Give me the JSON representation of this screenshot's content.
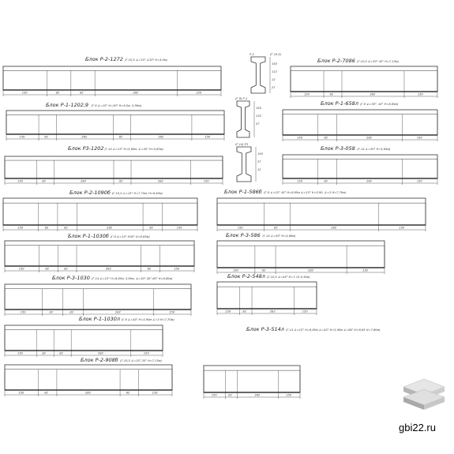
{
  "blocks": [
    {
      "title": "Блок Р-2-1272",
      "spec": "(Г-10,5 ∠=15° ∠30° Н=4,0м)",
      "dims": [
        "150",
        "82",
        "82",
        "282",
        "150"
      ]
    },
    {
      "title": "Блок Р-1-1202,9",
      "spec": "(Г-9 ∠=15° Н=30° Н=8,5м, 5,90м)",
      "dims": [
        "150",
        "82",
        "262",
        "82",
        "282",
        "150"
      ]
    },
    {
      "title": "Блок Р3-1202",
      "spec": "(Г-14 ∠=15° Н=5,60м, ∠=30° Н=5,65м)",
      "dims": [
        "150",
        "82",
        "282",
        "82",
        "282",
        "150"
      ]
    },
    {
      "title": "Блок Р-2-1090б",
      "spec": "(Г-10,5 ∠=15° Н=7,75м, Н=8,40м)",
      "dims": [
        "150",
        "82",
        "82",
        "282",
        "82",
        "150"
      ]
    },
    {
      "title": "Блок Р-1-1030б",
      "spec": "(Г-9 ∠=15° Н30° Н=8,85м)",
      "dims": [
        "150",
        "82",
        "82",
        "282",
        "82",
        "150"
      ]
    },
    {
      "title": "Блок Р-3-1030",
      "spec": "(Г-14 ∠=15° Н=8,85м, 5,90м, ∠=30°,45°,60° Н=8,80м)",
      "dims": [
        "150",
        "82",
        "82",
        "282",
        "150"
      ]
    },
    {
      "title": "Блок Р-1-1030л",
      "spec": "(Г-9 ∠=45° Н=5,90м ∠=3 Н=7,70м)",
      "dims": [
        "150",
        "82",
        "82",
        "282",
        "150"
      ]
    },
    {
      "title": "Блок Р-2-908б",
      "spec": "(Г-10,5 ∠=15°,30° Н=7,15м)",
      "dims": [
        "150",
        "82",
        "282",
        "82",
        "150"
      ]
    },
    {
      "title": "Блок Р-2-7086",
      "spec": "(Г-10,5 ∠=30° 45° Н=7,15м)",
      "dims": [
        "150",
        "82",
        "282",
        "150"
      ]
    },
    {
      "title": "Блок Р-1-658л",
      "spec": "(Г-9 ∠=30°, 45° Н=8,85м)",
      "dims": [
        "150",
        "82",
        "282",
        "150"
      ]
    },
    {
      "title": "Блок Р-3-058",
      "spec": "(Г-14 ∠=30° Н=5,85м)",
      "dims": [
        "150",
        "82",
        "282",
        "150"
      ]
    },
    {
      "title": "Блок Р-1-586б",
      "spec": "(Г-9 ∠=15° 45° Н=8,85м ∠=15° Н=5,90, ∠=3 Н=7,70м)",
      "dims": [
        "150",
        "82",
        "282",
        "150"
      ]
    },
    {
      "title": "Блок Р-3-586",
      "spec": "(Г-14 ∠=30° Н=5,88м)",
      "dims": [
        "150",
        "82",
        "282",
        "150"
      ]
    },
    {
      "title": "Блок Р-2-548л",
      "spec": "(Г-10,5 ∠=45° Н=7,15 8,30м)",
      "dims": [
        "150",
        "82",
        "282",
        "150"
      ]
    },
    {
      "title": "Блок Р-3-514л",
      "spec": "(Г-14 ∠=15° Н=8,85м ∠=45° Н=5,90м ∠=60°,Н=8,85 Н=7,60м)",
      "dims": [
        "150",
        "82",
        "282",
        "150"
      ]
    }
  ],
  "sections": [
    {
      "label": "Р-2",
      "note": "(Г-10,5)",
      "dims": [
        "150",
        "112",
        "12",
        "27"
      ]
    },
    {
      "label": "(Г-9) Р-1",
      "note": "",
      "dims": [
        "150",
        "132",
        "27"
      ]
    },
    {
      "label": "(Г-14) Р3",
      "note": "",
      "dims": [
        "150",
        "27",
        "12"
      ]
    }
  ],
  "watermark": {
    "text": "gbi22.ru",
    "icon": "stacked-slabs-icon"
  }
}
